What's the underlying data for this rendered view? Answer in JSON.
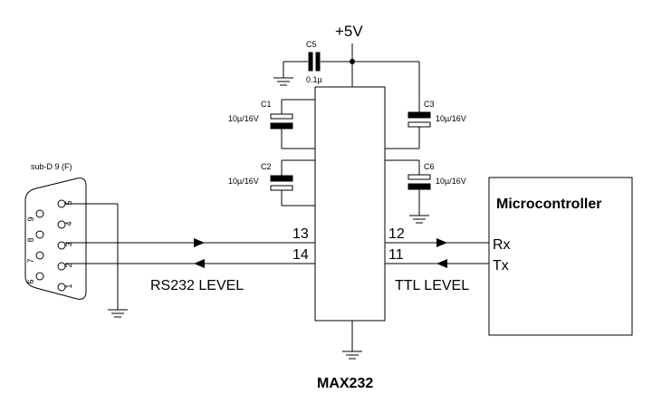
{
  "supply": {
    "label": "+5V"
  },
  "connector": {
    "label": "sub-D 9 (F)",
    "pins": [
      "5",
      "4",
      "3",
      "2",
      "1",
      "9",
      "8",
      "7",
      "6"
    ]
  },
  "capacitors": {
    "c5": {
      "name": "C5",
      "value": "0.1µ"
    },
    "c1": {
      "name": "C1",
      "value": "10µ/16V"
    },
    "c2": {
      "name": "C2",
      "value": "10µ/16V"
    },
    "c3": {
      "name": "C3",
      "value": "10µ/16V"
    },
    "c6": {
      "name": "C6",
      "value": "10µ/16V"
    }
  },
  "ic": {
    "name": "MAX232",
    "pins": {
      "p13": "13",
      "p14": "14",
      "p12": "12",
      "p11": "11"
    }
  },
  "levels": {
    "rs232": "RS232 LEVEL",
    "ttl": "TTL LEVEL"
  },
  "mcu": {
    "title": "Microcontroller",
    "rx": "Rx",
    "tx": "Tx"
  }
}
